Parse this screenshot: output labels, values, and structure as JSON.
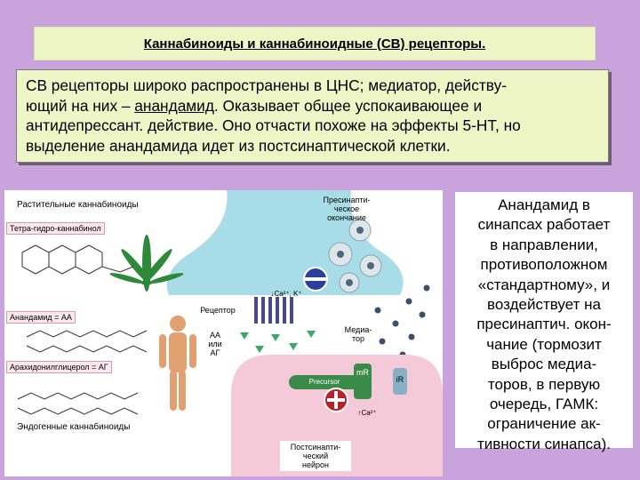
{
  "title": "Каннабиноиды и каннабиноидные (СВ) рецепторы.",
  "description": {
    "line1": "СВ рецепторы широко распространены в ЦНС; медиатор, действу-",
    "line2_pre": "ющий на них – ",
    "line2_link": "анандамид",
    "line2_post": ". Оказывает общее успокаивающее и",
    "line3": "антидепрессант. действие. Оно отчасти похоже на эффекты 5-НТ, но",
    "line4": "выделение анандамида идет из постсинаптической клетки."
  },
  "diagram": {
    "plant_label": "Растительные каннабиноиды",
    "thc_label": "Тетра-гидро-каннабинол",
    "anandamide_label": "Анандамид = АА",
    "ag_label": "Арахидонилглицерол = АГ",
    "endogenous_label": "Эндогенные каннабиноиды",
    "presynaptic_label": [
      "Пресинапти-",
      "ческое",
      "окончание"
    ],
    "receptor_label": "Рецептор",
    "mediator_label": [
      "Медиа-",
      "тор"
    ],
    "aa_label": [
      "АА",
      "или",
      "АГ"
    ],
    "postsynaptic_label": [
      "Постсинапти-",
      "ческий",
      "нейрон"
    ],
    "ion_label_top": "↓Ca²⁺, K⁺",
    "ion_label_bottom": "↑Ca²⁺",
    "channel_label": "mR",
    "ir_label": "iR",
    "precursor_label": "Precursor"
  },
  "side_text": [
    "Анандамид в",
    "синапсах работает",
    "в направлении,",
    "противоположном",
    "«стандартному», и",
    "воздействует на",
    "пресинаптич. окон-",
    "чание (тормозит",
    "выброс медиа-",
    "торов, в первую",
    "очередь, ГАМК:",
    "ограничение ак-",
    "тивности синапса)."
  ],
  "colors": {
    "background": "#c9a3dc",
    "panel": "#eef6c8",
    "neuron": "#a8dce6",
    "postsynaptic": "#f4c9d8",
    "receptor": "#4a4a8a"
  }
}
